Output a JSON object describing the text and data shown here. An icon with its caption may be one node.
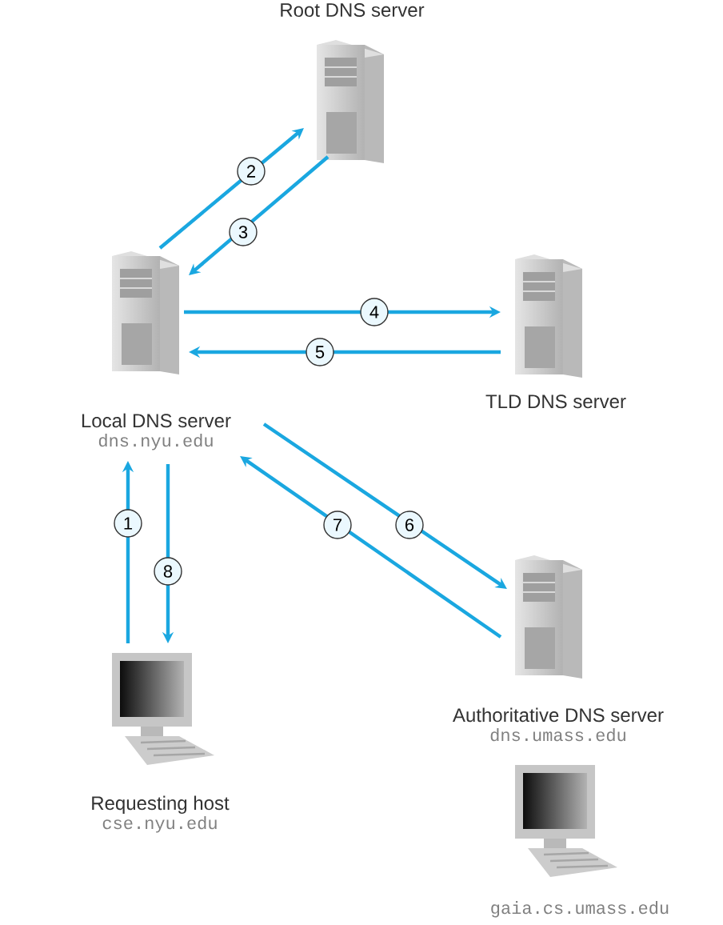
{
  "diagram": {
    "nodes": [
      {
        "text": [
          "Root DNS server"
        ]
      },
      {
        "text": [
          "Local DNS server",
          "dns.nyu.edu"
        ]
      },
      {
        "text": [
          "TLD DNS server"
        ]
      },
      {
        "text": [
          "Authoritative DNS server",
          "dns.umass.edu"
        ]
      },
      {
        "text": [
          "Requesting host",
          "cse.nyu.edu"
        ]
      },
      {
        "text": [
          "gaia.cs.umass.edu"
        ]
      }
    ],
    "edges": [
      {
        "from": 4,
        "to": 1,
        "arrow": "to",
        "label": "1"
      },
      {
        "from": 1,
        "to": 0,
        "arrow": "to",
        "label": "2"
      },
      {
        "from": 0,
        "to": 1,
        "arrow": "to",
        "label": "3"
      },
      {
        "from": 1,
        "to": 2,
        "arrow": "to",
        "label": "4"
      },
      {
        "from": 2,
        "to": 1,
        "arrow": "to",
        "label": "5"
      },
      {
        "from": 1,
        "to": 3,
        "arrow": "to",
        "label": "6"
      },
      {
        "from": 3,
        "to": 1,
        "arrow": "to",
        "label": "7"
      },
      {
        "from": 1,
        "to": 4,
        "arrow": "to",
        "label": "8"
      }
    ]
  }
}
